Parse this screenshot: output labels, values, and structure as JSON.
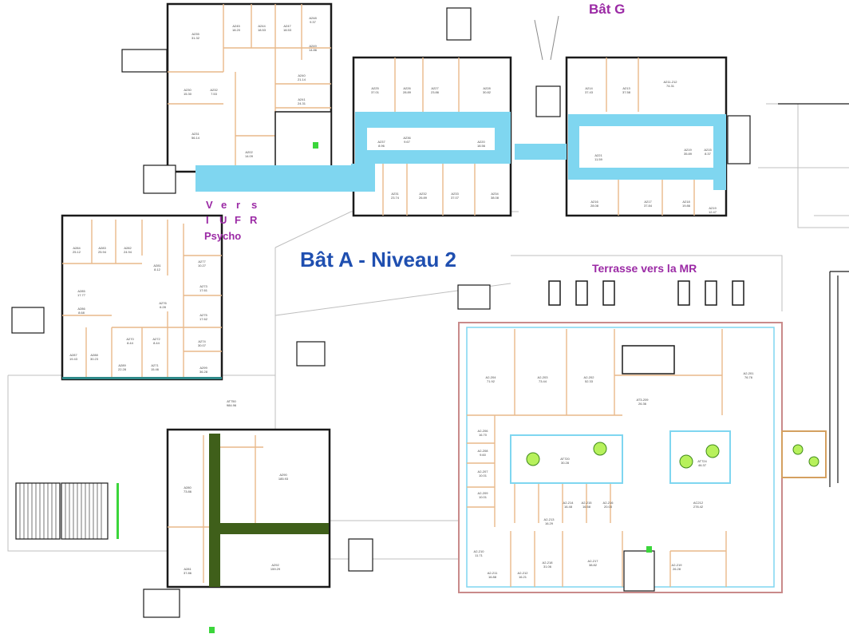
{
  "labels": {
    "bat_g": "Bât G",
    "bat_a": "Bât A - Niveau 2",
    "terrasse": "Terrasse vers la MR",
    "vers_letters": [
      "V",
      "e",
      "r",
      "s"
    ],
    "iufr_letters": [
      "I",
      "U",
      "F",
      "R"
    ],
    "psycho": "Psycho"
  },
  "rooms": [
    {
      "id": "A235",
      "area": "31.32"
    },
    {
      "id": "A245",
      "area": "18.20"
    },
    {
      "id": "A244",
      "area": "18.53"
    },
    {
      "id": "A247",
      "area": "18.53"
    },
    {
      "id": "A248",
      "area": "9.37"
    },
    {
      "id": "A249",
      "area": "14.86"
    },
    {
      "id": "A230",
      "area": "15.30"
    },
    {
      "id": "A232",
      "area": "7.53"
    },
    {
      "id": "A240",
      "area": "21.14"
    },
    {
      "id": "A241",
      "area": "24.31"
    },
    {
      "id": "A231",
      "area": "56.14"
    },
    {
      "id": "A202",
      "area": "14.09"
    },
    {
      "id": "A225",
      "area": "37.01"
    },
    {
      "id": "A226",
      "area": "28.89"
    },
    {
      "id": "A227",
      "area": "23.86"
    },
    {
      "id": "A228",
      "area": "30.82"
    },
    {
      "id": "A237",
      "area": "8.96"
    },
    {
      "id": "A236",
      "area": "9.67"
    },
    {
      "id": "A220",
      "area": "18.56"
    },
    {
      "id": "A214",
      "area": "37.43"
    },
    {
      "id": "A213",
      "area": "37.58"
    },
    {
      "id": "A211-212",
      "area": "74.31"
    },
    {
      "id": "A219",
      "area": "35.89"
    },
    {
      "id": "A215",
      "area": "8.37"
    },
    {
      "id": "A221",
      "area": "11.59"
    },
    {
      "id": "A231",
      "area": "23.74"
    },
    {
      "id": "A232",
      "area": "26.89"
    },
    {
      "id": "A233",
      "area": "37.07"
    },
    {
      "id": "A234",
      "area": "38.08"
    },
    {
      "id": "A216",
      "area": "28.08"
    },
    {
      "id": "A217",
      "area": "37.84"
    },
    {
      "id": "A218",
      "area": "19.86"
    },
    {
      "id": "A219",
      "area": "12.47"
    },
    {
      "id": "A284",
      "area": "25.12"
    },
    {
      "id": "A283",
      "area": "25.94"
    },
    {
      "id": "A282",
      "area": "24.94"
    },
    {
      "id": "A281",
      "area": "8.12"
    },
    {
      "id": "A285",
      "area": "17.77"
    },
    {
      "id": "A286",
      "area": "8.68"
    },
    {
      "id": "A287",
      "area": "19.43"
    },
    {
      "id": "A288",
      "area": "30.23"
    },
    {
      "id": "A289",
      "area": "22.28"
    },
    {
      "id": "A271",
      "area": "15.46"
    },
    {
      "id": "A274",
      "area": "30.07"
    },
    {
      "id": "A275",
      "area": "17.62"
    },
    {
      "id": "A273",
      "area": "17.61"
    },
    {
      "id": "A277",
      "area": "10.27"
    },
    {
      "id": "A270",
      "area": "8.44"
    },
    {
      "id": "A272",
      "area": "8.44"
    },
    {
      "id": "A276",
      "area": "6.28"
    },
    {
      "id": "A299",
      "area": "36.28"
    },
    {
      "id": "A2-204",
      "area": "71.92"
    },
    {
      "id": "A2-203",
      "area": "73.44"
    },
    {
      "id": "A2-202",
      "area": "52.33"
    },
    {
      "id": "A2-201",
      "area": "76.76"
    },
    {
      "id": "AT3-209",
      "area": "26.36"
    },
    {
      "id": "A2-206",
      "area": "16.70"
    },
    {
      "id": "A2-208",
      "area": "9.60"
    },
    {
      "id": "A2-207",
      "area": "10.01"
    },
    {
      "id": "A2-209",
      "area": "10.01"
    },
    {
      "id": "A2-213",
      "area": "16.29"
    },
    {
      "id": "A2-214",
      "area": "16.48"
    },
    {
      "id": "A2-215",
      "area": "16.58"
    },
    {
      "id": "A2-216",
      "area": "20.03"
    },
    {
      "id": "AC212",
      "area": "278.42"
    },
    {
      "id": "AT720",
      "area": "30.28"
    },
    {
      "id": "AT724",
      "area": "46.37"
    },
    {
      "id": "A2-217",
      "area": "38.82"
    },
    {
      "id": "A2-218",
      "area": "31.06"
    },
    {
      "id": "A2-219",
      "area": "26.28"
    },
    {
      "id": "A2-211",
      "area": "16.88"
    },
    {
      "id": "A2-212",
      "area": "16.21"
    },
    {
      "id": "A2-210",
      "area": "11.71"
    },
    {
      "id": "A280",
      "area": "73.86"
    },
    {
      "id": "A290",
      "area": "185.93"
    },
    {
      "id": "A281",
      "area": "37.86"
    },
    {
      "id": "A292",
      "area": "159.29"
    },
    {
      "id": "AT750",
      "area": "984.96"
    }
  ],
  "legend_colors": {
    "corridor": "#7fd6f0",
    "walkway": "#3f5f1a",
    "wall": "#1a1a1a",
    "room_wall": "#e9b98a",
    "courtyard": "#b7f15c"
  }
}
